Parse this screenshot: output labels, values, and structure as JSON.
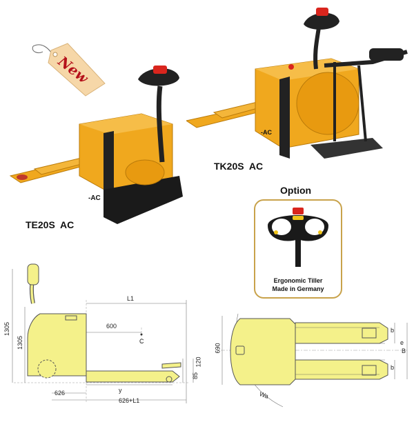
{
  "tag": {
    "text": "New"
  },
  "products": {
    "te20s": {
      "label": "TE20S  AC",
      "badge": "AC"
    },
    "tk20s": {
      "label": "TK20S  AC",
      "badge": "AC"
    }
  },
  "option": {
    "title": "Option",
    "caption_line1": "Ergonomic Tiller",
    "caption_line2": "Made in Germany"
  },
  "side_drawing": {
    "dims": {
      "l1": "L1",
      "h1305a": "1305",
      "h1305b": "1305",
      "d600": "600",
      "c": "C",
      "y": "y",
      "d626": "626",
      "d626l1": "626+L1",
      "h85": "85",
      "h120": "120"
    }
  },
  "top_drawing": {
    "dims": {
      "w690": "690",
      "wa": "Wa",
      "b_small_top": "b",
      "b_mid": "B",
      "b_small_bot": "b",
      "e": "e"
    }
  },
  "colors": {
    "truck_yellow": "#f0a81e",
    "truck_dark": "#1a1a1a",
    "drawing_fill": "#f4f18a",
    "drawing_line": "#555555",
    "tag_fill": "#f6d7a8",
    "option_border": "#c8a24a"
  }
}
